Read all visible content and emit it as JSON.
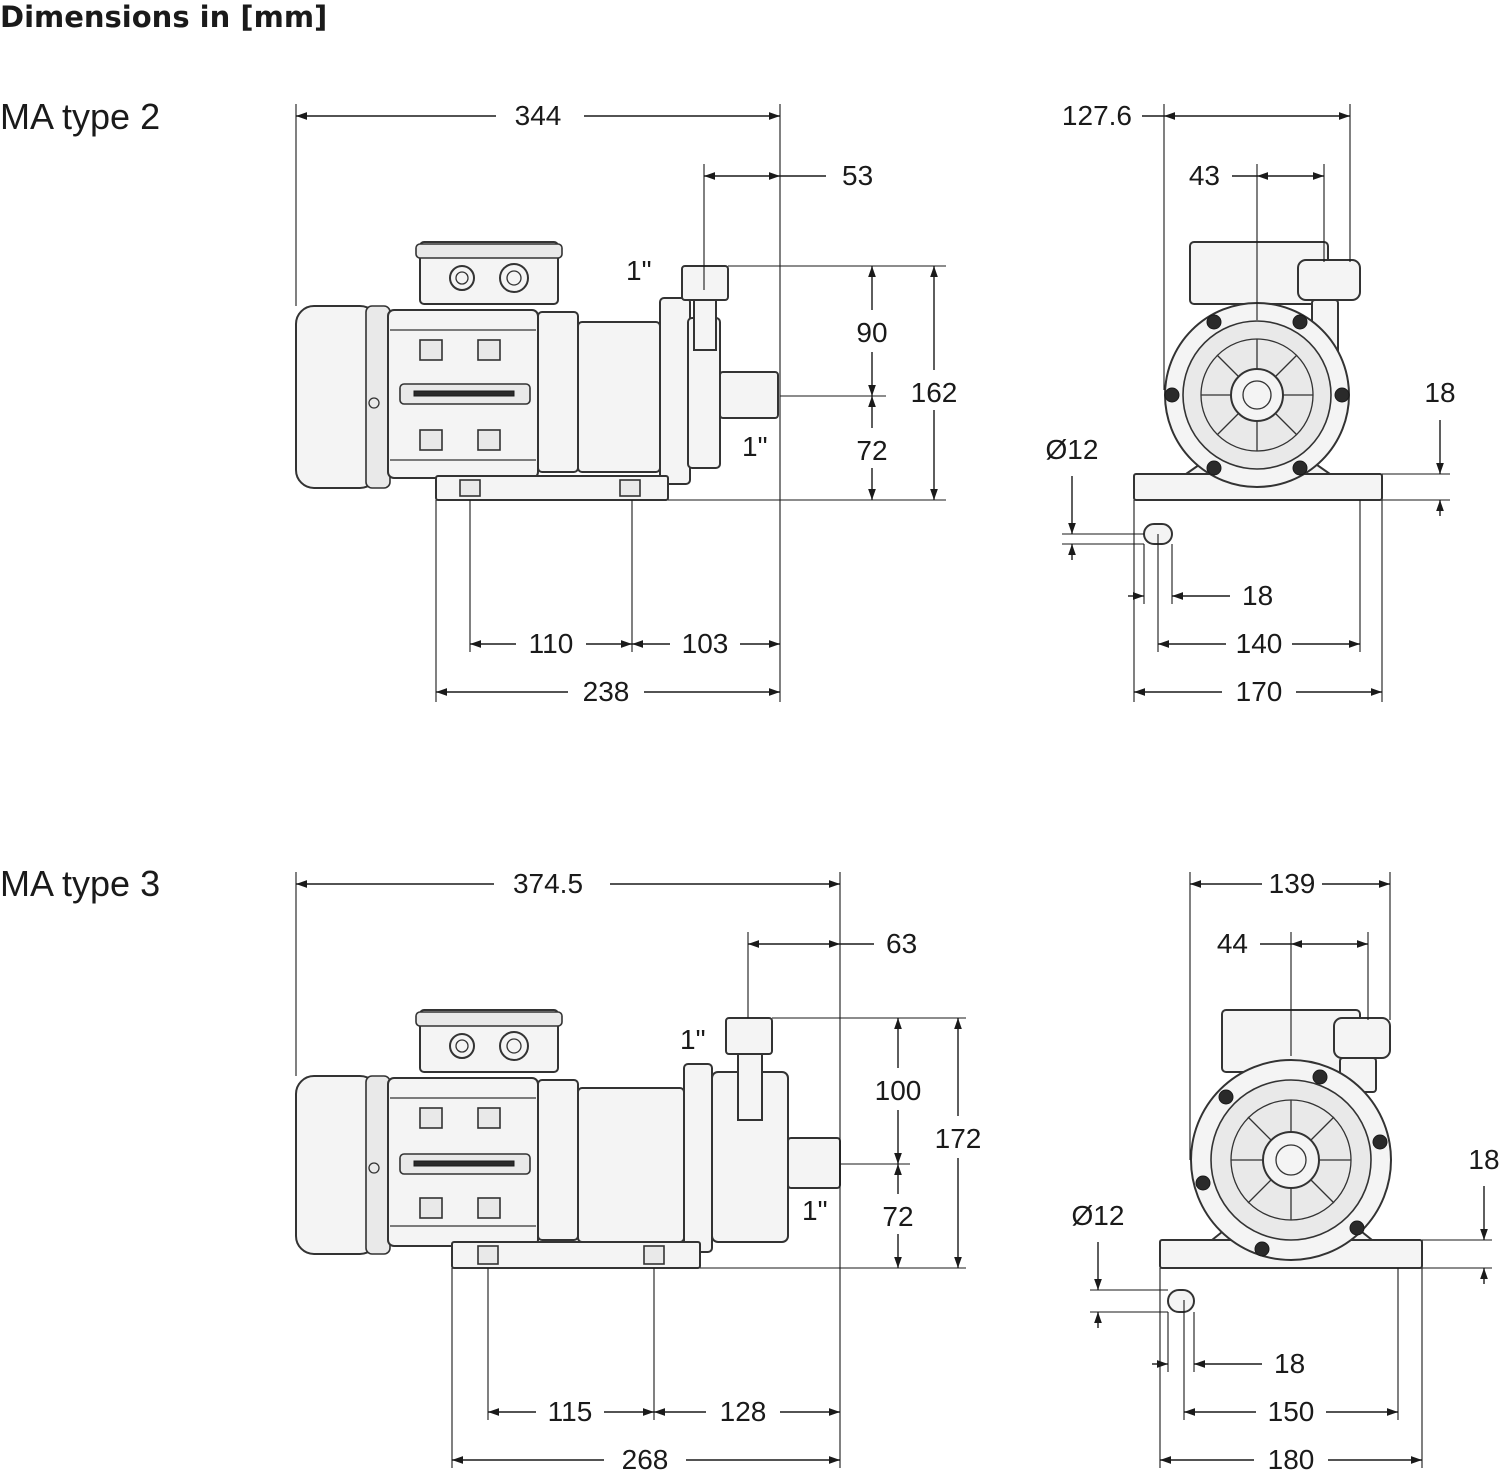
{
  "title": "Dimensions in [mm]",
  "sections": [
    {
      "label": "MA type 2",
      "side": {
        "overall_length": "344",
        "port_offset": "53",
        "inlet_top": "1\"",
        "inlet_side": "1\"",
        "discharge_height": "90",
        "suction_height": "72",
        "overall_height": "162",
        "foot_hole_spacing": "110",
        "foot_to_end": "103",
        "base_length": "238"
      },
      "front": {
        "overall_width": "127.6",
        "port_offset": "43",
        "foot_height": "18",
        "hole_diameter": "Ø12",
        "slot_width": "18",
        "hole_spacing": "140",
        "base_width": "170"
      }
    },
    {
      "label": "MA type 3",
      "side": {
        "overall_length": "374.5",
        "port_offset": "63",
        "inlet_top": "1\"",
        "inlet_side": "1\"",
        "discharge_height": "100",
        "suction_height": "72",
        "overall_height": "172",
        "foot_hole_spacing": "115",
        "foot_to_end": "128",
        "base_length": "268"
      },
      "front": {
        "overall_width": "139",
        "port_offset": "44",
        "foot_height": "18",
        "hole_diameter": "Ø12",
        "slot_width": "18",
        "hole_spacing": "150",
        "base_width": "180"
      }
    }
  ]
}
